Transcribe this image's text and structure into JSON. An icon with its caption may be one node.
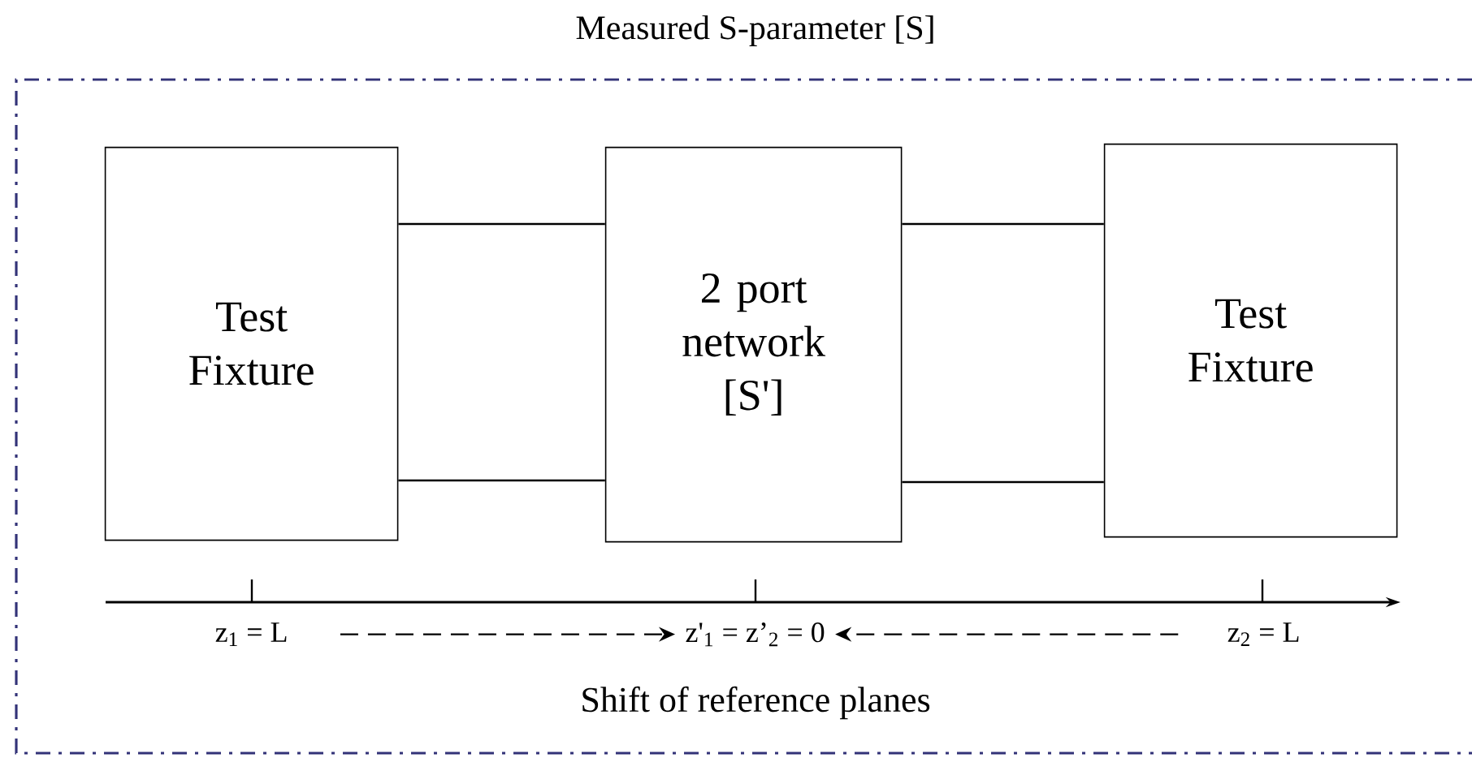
{
  "diagram": {
    "nodes": [
      {
        "text": [
          "Measured S-parameter [S]"
        ]
      },
      {
        "text": [
          "Test Fixture"
        ],
        "in": 0
      },
      {
        "text": [
          "2 port network [S']"
        ],
        "in": 0
      },
      {
        "text": [
          "Test Fixture"
        ],
        "in": 0
      },
      {
        "text": [
          "z$_{1}$ = L"
        ],
        "in": 0
      },
      {
        "text": [
          "z'$_{1}$ = z’$_{2}$ = 0"
        ],
        "in": 0
      },
      {
        "text": [
          "z$_{2}$ = L"
        ],
        "in": 0
      }
    ],
    "edges": [
      {
        "from": 1,
        "to": 2,
        "arrow": "none"
      },
      {
        "from": 1,
        "to": 2,
        "arrow": "none"
      },
      {
        "from": 2,
        "to": 3,
        "arrow": "none"
      },
      {
        "from": 2,
        "to": 3,
        "arrow": "none"
      },
      {
        "from": 4,
        "to": 5,
        "arrow": "to",
        "style": "dashed"
      },
      {
        "from": 6,
        "to": 5,
        "arrow": "to",
        "style": "dashed"
      }
    ],
    "labels": [
      "Shift of reference planes"
    ]
  }
}
